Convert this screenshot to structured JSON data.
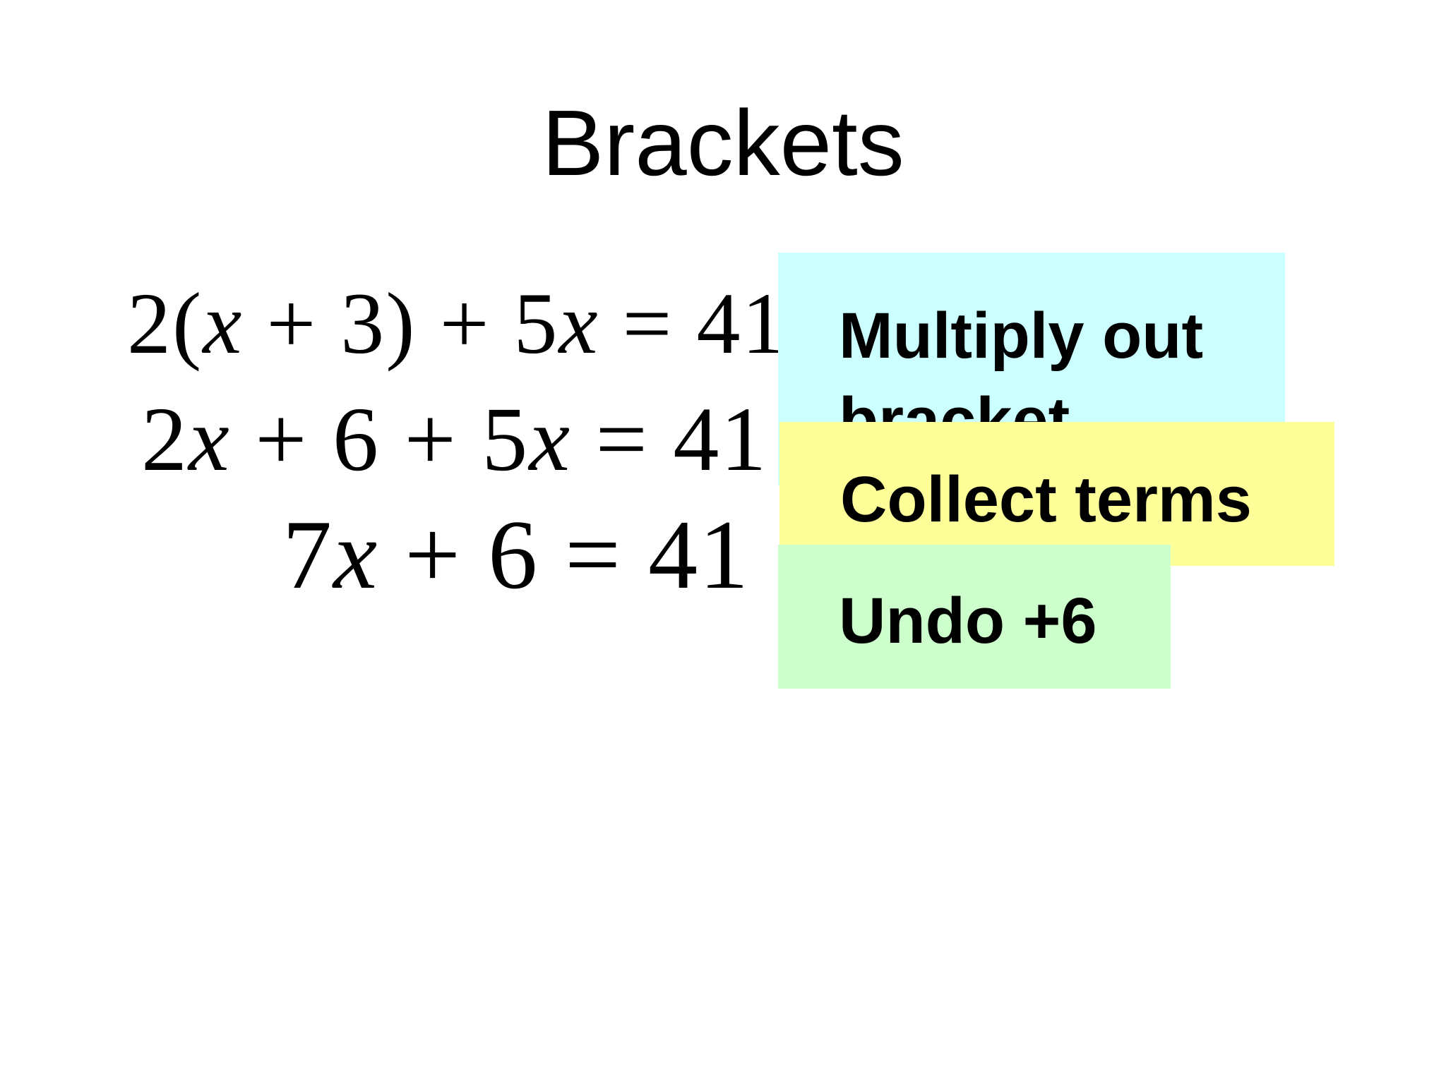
{
  "slide": {
    "title": "Brackets",
    "equations": [
      {
        "parts": [
          "2(",
          "x",
          " + 3) + 5",
          "x",
          " = 41"
        ]
      },
      {
        "parts": [
          "2",
          "x",
          " + 6 + 5",
          "x",
          " = 41"
        ]
      },
      {
        "parts": [
          "7",
          "x",
          " + 6 = 41"
        ]
      }
    ],
    "steps": [
      {
        "label": "Multiply out bracket",
        "color": "#ccffff"
      },
      {
        "label": "Collect terms",
        "color": "#ffff99"
      },
      {
        "label": "Undo +6",
        "color": "#ccffcc"
      }
    ]
  }
}
